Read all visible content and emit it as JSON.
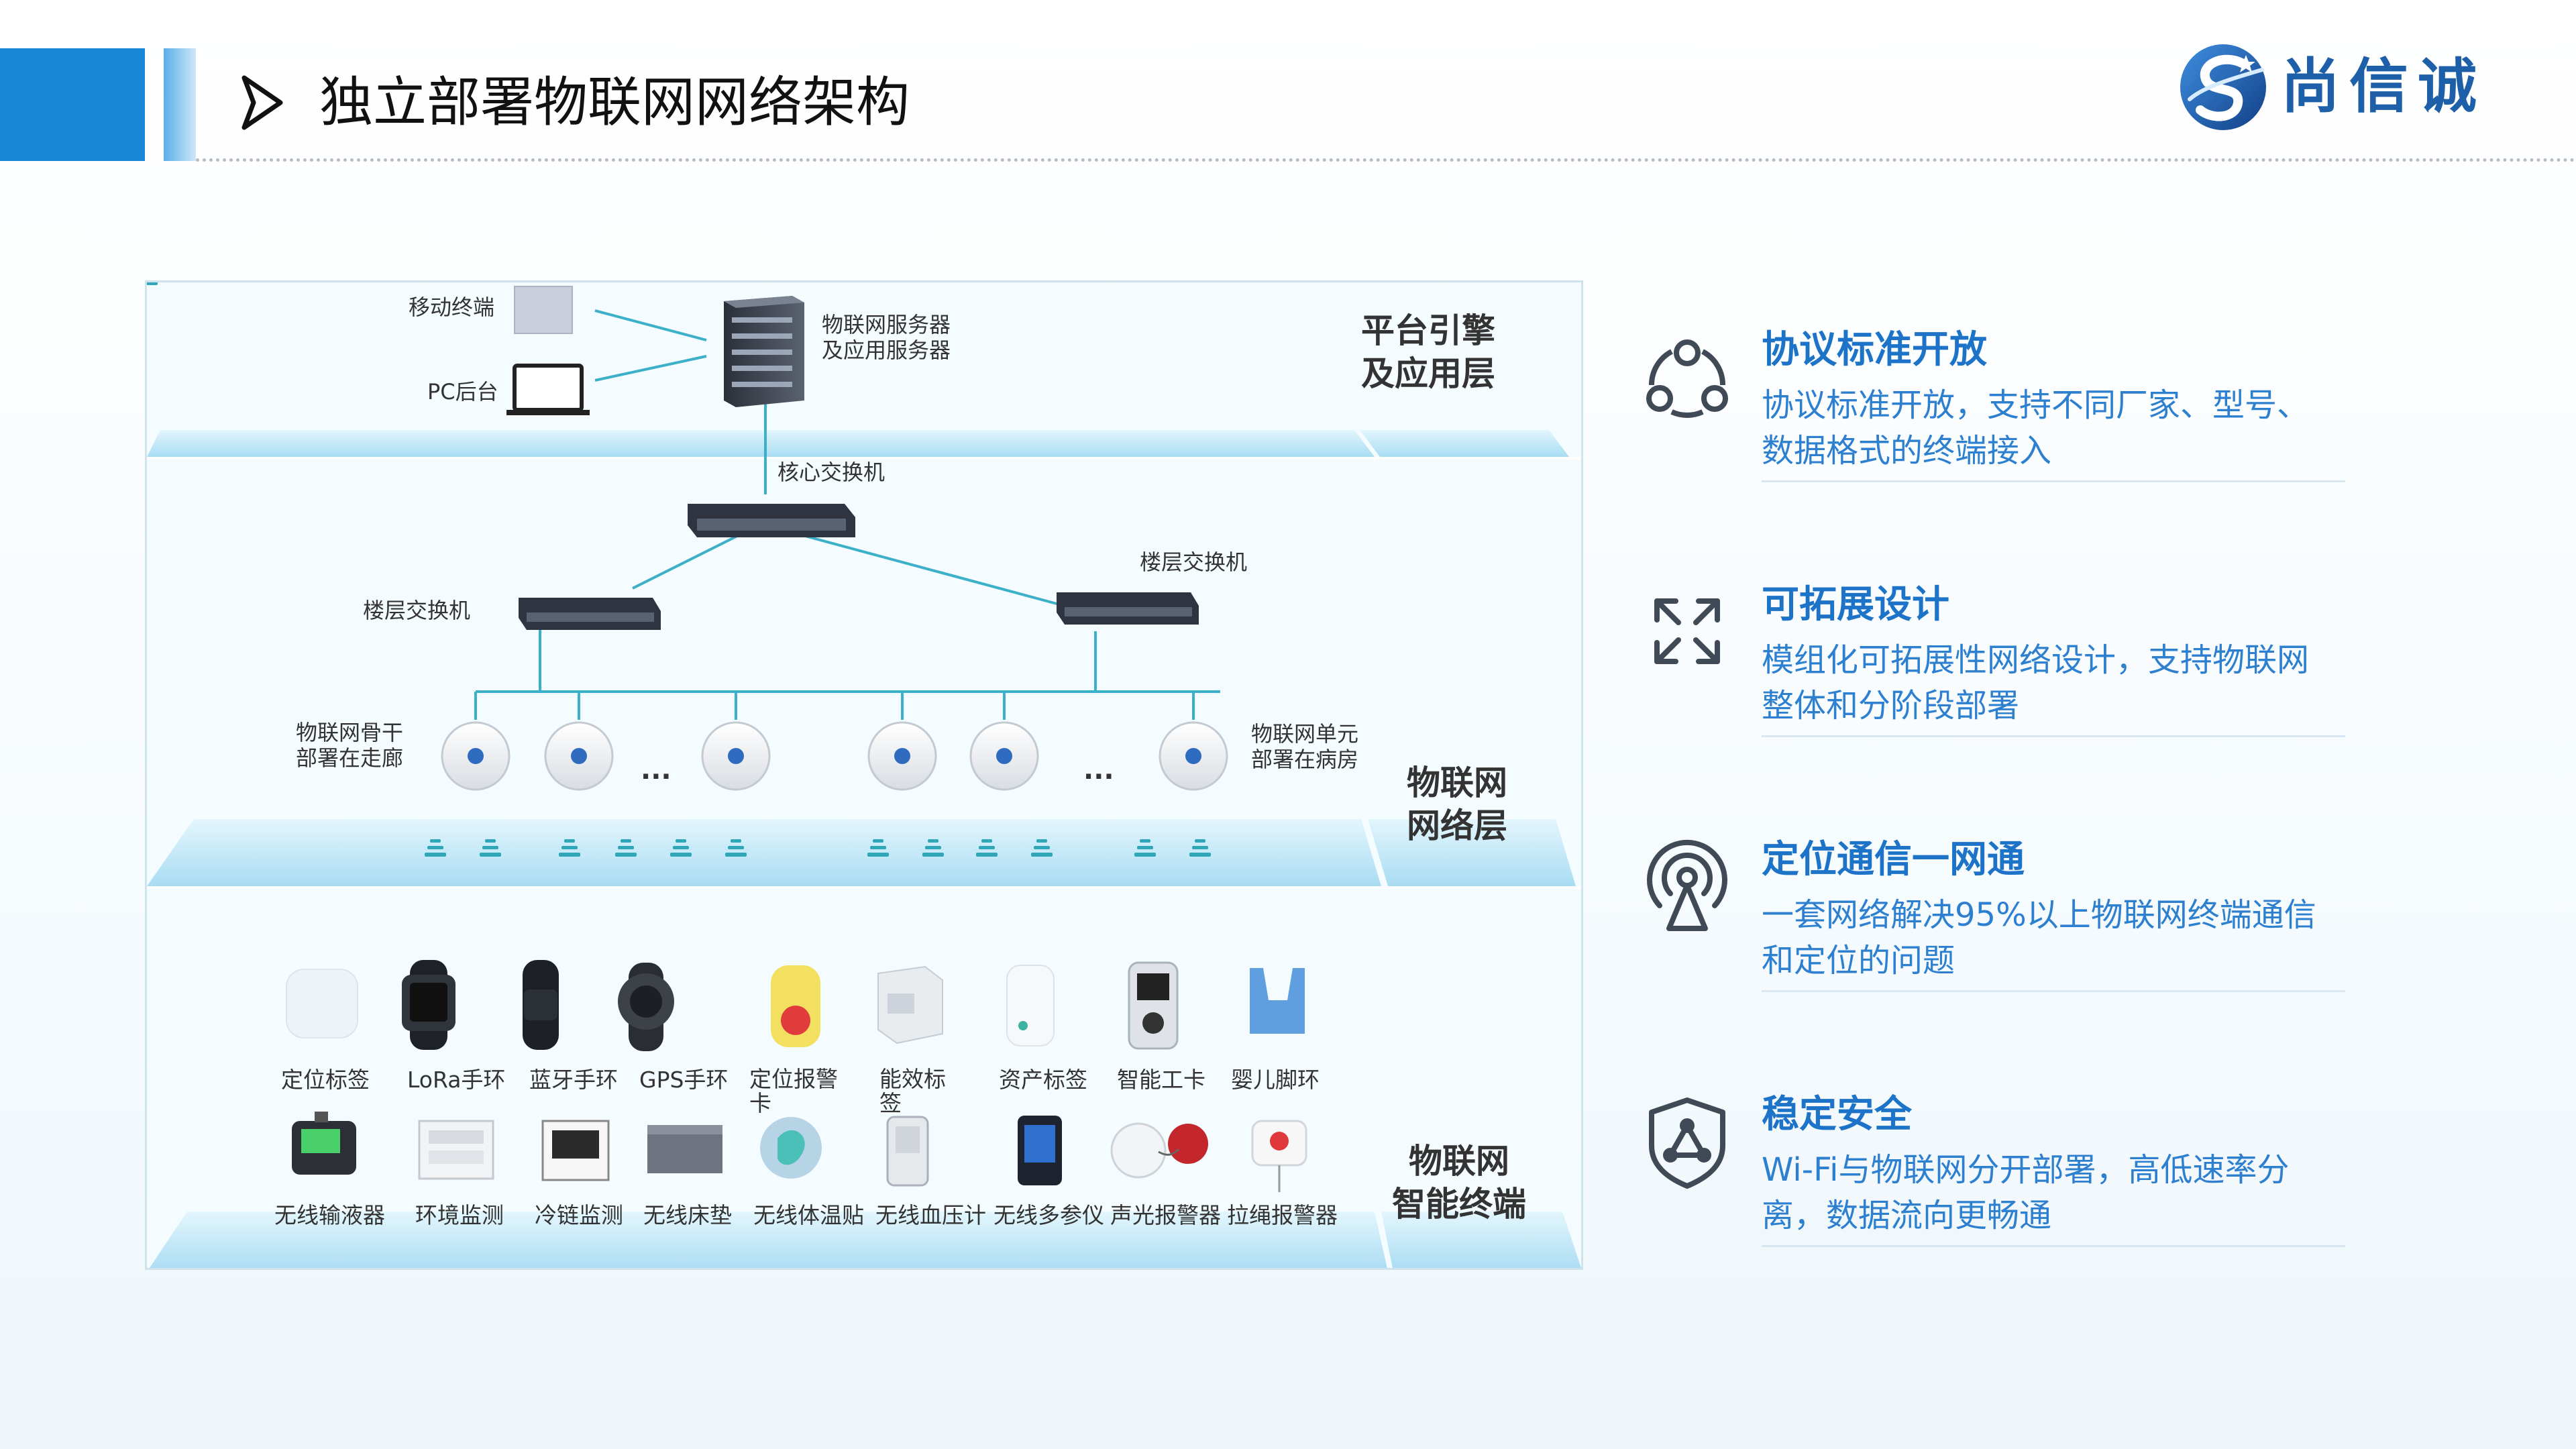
{
  "header": {
    "title": "独立部署物联网网络架构",
    "logo_text": "尚信诚"
  },
  "diagram": {
    "layers": {
      "platform": [
        "平台引擎",
        "及应用层"
      ],
      "network": [
        "物联网",
        "网络层"
      ],
      "terminal": [
        "物联网",
        "智能终端"
      ]
    },
    "labels": {
      "mobile": "移动终端",
      "pc": "PC后台",
      "server_1": "物联网服务器",
      "server_2": "及应用服务器",
      "core_switch": "核心交换机",
      "floor_switch_left": "楼层交换机",
      "floor_switch_right": "楼层交换机",
      "backbone_1": "物联网骨干",
      "backbone_2": "部署在走廊",
      "unit_1": "物联网单元",
      "unit_2": "部署在病房",
      "dots_left": "...",
      "dots_right": "..."
    },
    "devices_row1": [
      {
        "label": "定位标签"
      },
      {
        "label": "LoRa手环"
      },
      {
        "label": "蓝牙手环"
      },
      {
        "label": "GPS手环"
      },
      {
        "label": "定位报警\n卡"
      },
      {
        "label": "能效标\n签"
      },
      {
        "label": "资产标签"
      },
      {
        "label": "智能工卡"
      },
      {
        "label": "婴儿脚环"
      }
    ],
    "devices_row2": [
      {
        "label": "无线输液器"
      },
      {
        "label": "环境监测"
      },
      {
        "label": "冷链监测"
      },
      {
        "label": "无线床垫"
      },
      {
        "label": "无线体温贴"
      },
      {
        "label": "无线血压计"
      },
      {
        "label": "无线多参仪"
      },
      {
        "label": "声光报警器"
      },
      {
        "label": "拉绳报警器"
      }
    ]
  },
  "features": [
    {
      "icon": "share-nodes-icon",
      "title": "协议标准开放",
      "desc": "协议标准开放，支持不同厂家、型号、数据格式的终端接入"
    },
    {
      "icon": "expand-arrows-icon",
      "title": "可拓展设计",
      "desc": "模组化可拓展性网络设计，支持物联网整体和分阶段部署"
    },
    {
      "icon": "antenna-signal-icon",
      "title": "定位通信一网通",
      "desc": "一套网络解决95%以上物联网终端通信和定位的问题"
    },
    {
      "icon": "shield-triangle-icon",
      "title": "稳定安全",
      "desc": "Wi-Fi与物联网分开部署，高低速率分离，数据流向更畅通"
    }
  ],
  "colors": {
    "accent": "#1a86d8",
    "title_blue": "#1c73c8",
    "desc_blue": "#2d7fd0",
    "layer_band": "#bfe6f7"
  }
}
